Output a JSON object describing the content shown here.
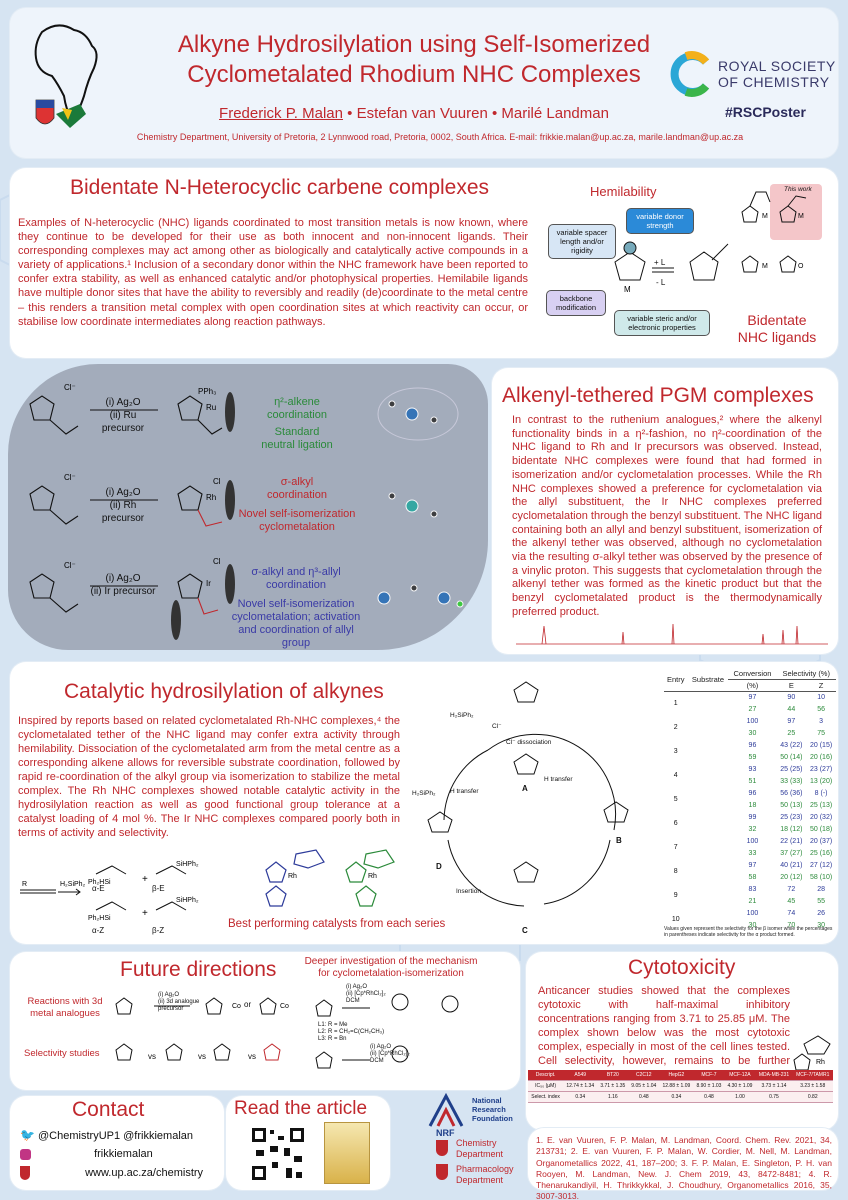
{
  "header": {
    "title_line1": "Alkyne Hydrosilylation using Self-Isomerized",
    "title_line2": "Cyclometalated Rhodium NHC Complexes",
    "author1": "Frederick P. Malan",
    "author_sep1": " • ",
    "author2": "Estefan van Vuuren",
    "author_sep2": " • ",
    "author3": "Marilé Landman",
    "affiliation": "Chemistry Department, University of Pretoria, 2 Lynnwood road, Pretoria, 0002, South Africa. E-mail: frikkie.malan@up.ac.za,  marile.landman@up.ac.za",
    "rsc_line1": "ROYAL SOCIETY",
    "rsc_line2": "OF CHEMISTRY",
    "hashtag": "#RSCPoster"
  },
  "s1": {
    "title": "Bidentate N-Heterocyclic carbene complexes",
    "text": "Examples of N-heterocyclic (NHC) ligands coordinated to most transition metals is now known, where they continue to be developed for their use as both innocent and non-innocent ligands. Their corresponding complexes may act among other as biologically and catalytically active compounds in a variety of applications.¹ Inclusion of a secondary donor within the NHC framework have been reported to confer extra stability, as well as enhanced catalytic and/or photophysical properties. Hemilabile ligands have multiple donor sites that have the ability to reversibly and readily (de)coordinate to the metal centre – this renders a transition metal complex with open coordination sites at which reactivity can occur, or stabilise low coordinate intermediates along reaction pathways.",
    "hemilability": "Hemilability",
    "tag_spacer": "variable spacer length and/or rigidity",
    "tag_donor": "variable donor strength",
    "tag_backbone": "backbone modification",
    "tag_steric": "variable steric and/or electronic properties",
    "plus_l": "+ L",
    "minus_l": "- L",
    "this_work": "This work",
    "bidentate": "Bidentate",
    "nhc_ligands": "NHC ligands"
  },
  "s2": {
    "reagent1": "(i) Ag₂O",
    "reagent2_ru": "(ii) Ru precursor",
    "reagent2_rh": "(ii) Rh precursor",
    "reagent2_ir": "(ii) Ir precursor",
    "ru_line1": "η²-alkene",
    "ru_line2": "coordination",
    "ru_line3": "Standard",
    "ru_line4": "neutral ligation",
    "rh_line1": "σ-alkyl",
    "rh_line2": "coordination",
    "rh_line3": "Novel self-isomerization",
    "rh_line4": "cyclometalation",
    "ir_line1": "σ-alkyl and η³-allyl",
    "ir_line2": "coordination",
    "ir_line3": "Novel self-isomerization",
    "ir_line4": "cyclometalation; activation",
    "ir_line5": "and coordination of allyl",
    "ir_line6": "group"
  },
  "s3": {
    "title": "Alkenyl-tethered PGM complexes",
    "text": "In contrast to the ruthenium analogues,² where the alkenyl functionality binds in a η²-fashion, no η²-coordination of the NHC ligand to Rh and Ir precursors was observed. Instead, bidentate NHC complexes were found that had formed in isomerization and/or cyclometalation processes. While the Rh NHC complexes showed a preference for cyclometalation via the allyl substituent, the Ir NHC complexes preferred cyclometalation through the benzyl substituent. The NHC ligand containing both an allyl and benzyl substituent, isomerization of the alkenyl tether was observed, although no cyclometalation via the resulting σ-alkyl tether was observed by the presence of a vinylic proton. This suggests that cyclometalation through the alkenyl tether was formed as the kinetic product but that the benzyl cyclometalated product is the thermodynamically preferred product."
  },
  "s4": {
    "title": "Catalytic hydrosilylation of alkynes",
    "text": "Inspired by reports based on related cyclometalated Rh-NHC complexes,⁴ the cyclometalated tether of the NHC ligand may confer extra activity through hemilability. Dissociation of the cyclometalated arm from the metal centre as a corresponding alkene allows for reversible substrate coordination, followed by rapid re-coordination of the alkyl group via isomerization to stabilize the metal complex. The Rh NHC complexes showed notable catalytic activity in the hydrosilylation reaction as well as good functional group tolerance at a catalyst loading of 4 mol %. The Ir NHC complexes compared poorly both in terms of activity and selectivity.",
    "best": "Best performing catalysts from each series",
    "labels": [
      "α-E",
      "β-E",
      "α-Z",
      "β-Z"
    ],
    "cycle": [
      "Cl⁻ dissociation",
      "H transfer",
      "H transfer",
      "Insertion",
      "A",
      "B",
      "C",
      "D",
      "H₂SiPh₂",
      "H₂SiPh₂",
      "Cl⁻"
    ],
    "table_headers": {
      "entry": "Entry",
      "substrate": "Substrate",
      "conversion": "Conversion",
      "pct": "(%)",
      "selectivity": "Selectivity (%)",
      "E": "E",
      "Z": "Z"
    },
    "table_footnote": "Values given represent the selectivity for the β isomer while the percentages in parentheses indicate selectivity for the α product formed.",
    "rows": [
      {
        "entry": "1",
        "r": [
          [
            "97",
            "90",
            "10"
          ],
          [
            "27",
            "44",
            "56"
          ]
        ]
      },
      {
        "entry": "2",
        "r": [
          [
            "100",
            "97",
            "3"
          ],
          [
            "30",
            "25",
            "75"
          ]
        ]
      },
      {
        "entry": "3",
        "r": [
          [
            "96",
            "43 (22)",
            "20 (15)"
          ],
          [
            "59",
            "50 (14)",
            "20 (16)"
          ]
        ]
      },
      {
        "entry": "4",
        "r": [
          [
            "93",
            "25 (25)",
            "23 (27)"
          ],
          [
            "51",
            "33 (33)",
            "13 (20)"
          ]
        ]
      },
      {
        "entry": "5",
        "r": [
          [
            "96",
            "56 (36)",
            "8 (-)"
          ],
          [
            "18",
            "50 (13)",
            "25 (13)"
          ]
        ]
      },
      {
        "entry": "6",
        "r": [
          [
            "99",
            "25 (23)",
            "20 (32)"
          ],
          [
            "32",
            "18 (12)",
            "50 (18)"
          ]
        ]
      },
      {
        "entry": "7",
        "r": [
          [
            "100",
            "22 (21)",
            "20 (37)"
          ],
          [
            "33",
            "37 (27)",
            "25 (16)"
          ]
        ]
      },
      {
        "entry": "8",
        "r": [
          [
            "97",
            "40 (21)",
            "27 (12)"
          ],
          [
            "58",
            "20 (12)",
            "58 (10)"
          ]
        ]
      },
      {
        "entry": "9",
        "r": [
          [
            "83",
            "72",
            "28"
          ],
          [
            "21",
            "45",
            "55"
          ]
        ]
      },
      {
        "entry": "10",
        "r": [
          [
            "100",
            "74",
            "26"
          ],
          [
            "30",
            "70",
            "30"
          ]
        ]
      }
    ],
    "colors": {
      "series1": "#2d3b9a",
      "series2": "#2b8a3a"
    }
  },
  "s5": {
    "title": "Future directions",
    "subtitle_line1": "Deeper investigation of the mechanism",
    "subtitle_line2": "for cyclometalation-isomerization",
    "row1_line1": "Reactions with 3d",
    "row1_line2": "metal analogues",
    "row2": "Selectivity studies",
    "reagents1": "(i) Ag₂O",
    "reagents2": "(ii) 3d analogue",
    "reagents3": "precursor",
    "or": "or",
    "vs": "vs",
    "ligands": [
      "L1: R = Me",
      "L2: R = CH₂=C(CH₂CH₃)",
      "L3: R = Bn"
    ],
    "mech_reagent1": "(i) Ag₂O",
    "mech_reagent2": "(ii) [Cp*RhCl₂]₂",
    "dcm": "DCM"
  },
  "s6": {
    "title": "Cytotoxicity",
    "text": "Anticancer studies showed that the complexes cytotoxic with half-maximal inhibitory concentrations ranging from 3.71 to 25.85 μM. The complex shown below was the most cytotoxic complex, especially in most of the cell lines tested. Cell selectivity, however, remains to be further developed.",
    "table_headers": [
      "Descript.",
      "A549",
      "BT20",
      "C2C12",
      "HepG2",
      "MCF-7",
      "MCF-12A",
      "MDA-MB-231",
      "MCF-7/TAMR1"
    ],
    "row1": [
      "IC₅₀ (µM)",
      "12.74 ± 1.34",
      "3.71 ± 1.35",
      "9.05 ± 1.04",
      "12.88 ± 1.09",
      "8.90 ± 1.03",
      "4.30 ± 1.09",
      "3.73 ± 1.14",
      "3.23 ± 1.58"
    ],
    "row2": [
      "Select. index",
      "0.34",
      "1.16",
      "0.48",
      "0.34",
      "0.48",
      "1.00",
      "0.75",
      "0.82"
    ]
  },
  "contact": {
    "title": "Contact",
    "twitter": "@ChemistryUP1  @frikkiemalan",
    "instagram": "frikkiemalan",
    "web": "www.up.ac.za/chemistry"
  },
  "read": {
    "title": "Read the article"
  },
  "nrf": {
    "line1": "National",
    "line2": "Research",
    "line3": "Foundation",
    "short": "NRF",
    "chem1": "Chemistry",
    "chem2": "Department",
    "pharm1": "Pharmacology",
    "pharm2": "Department"
  },
  "refs": "1. E. van Vuuren, F. P. Malan, M. Landman, Coord. Chem. Rev. 2021, 34, 213731; 2. E. van Vuuren, F. P. Malan, W. Cordier, M. Nell, M. Landman, Organometallics 2022, 41, 187–200; 3. F. P. Malan, E. Singleton, P. H. van Rooyen, M. Landman, New. J. Chem 2019, 43, 8472-8481; 4. R. Thenarukandiyil, H. Thrikkykkal, J. Choudhury, Organometallics 2016, 35, 3007-3013."
}
